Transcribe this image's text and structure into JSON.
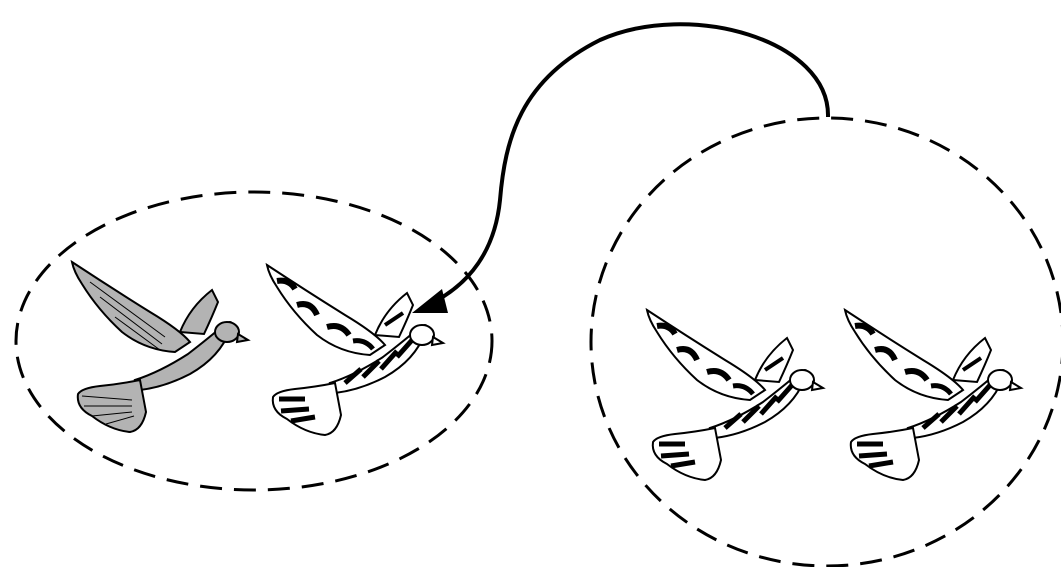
{
  "diagram": {
    "groups": [
      {
        "id": "left-group",
        "birds": [
          {
            "id": "bird-1",
            "style": "solid",
            "fill": "#b3b3b3"
          },
          {
            "id": "bird-2",
            "style": "striped",
            "fill": "#ffffff"
          }
        ]
      },
      {
        "id": "right-group",
        "birds": [
          {
            "id": "bird-3",
            "style": "striped",
            "fill": "#ffffff"
          },
          {
            "id": "bird-4",
            "style": "striped",
            "fill": "#ffffff"
          }
        ]
      }
    ],
    "arrow": {
      "from": "right-group",
      "to": "bird-2",
      "color": "#000000"
    },
    "colors": {
      "stroke": "#000000",
      "background": "#ffffff",
      "solid_bird": "#b3b3b3",
      "stripe": "#000000"
    }
  }
}
